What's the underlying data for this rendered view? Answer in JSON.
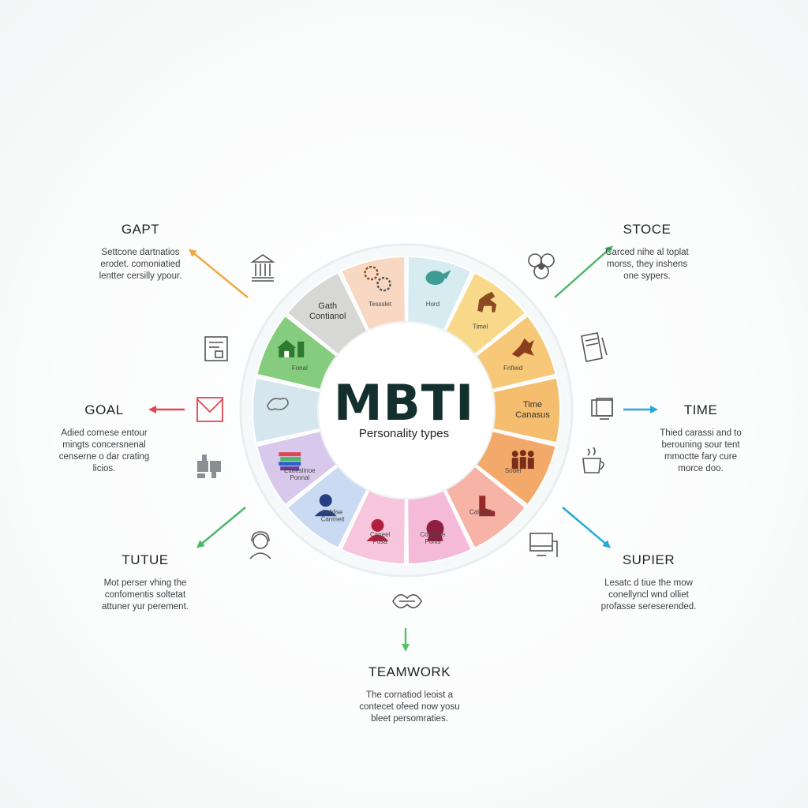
{
  "center": {
    "title": "MBTI",
    "subtitle": "Personality types"
  },
  "segments": [
    {
      "label": "Hord",
      "color": "#d6ecf1",
      "icon": "bird-icon",
      "iconColor": "#3f9c94"
    },
    {
      "label": "Timel",
      "color": "#f8d98a",
      "icon": "horse-icon",
      "iconColor": "#8b4a22"
    },
    {
      "label": "Fnfieid",
      "color": "#f6c878",
      "icon": "dragon-icon",
      "iconColor": "#8a3e1e"
    },
    {
      "label": "Time Canasus",
      "color": "#f5bd6e",
      "icon": "none",
      "iconColor": "#6a4a20"
    },
    {
      "label": "Sodel",
      "color": "#f3a96a",
      "icon": "people-icon",
      "iconColor": "#7a2e18"
    },
    {
      "label": "Calenid",
      "color": "#f6b3a6",
      "icon": "boot-icon",
      "iconColor": "#9a2a2a"
    },
    {
      "label": "Cobeinte Ponis",
      "color": "#f5bad8",
      "icon": "lion-icon",
      "iconColor": "#8e1f3e"
    },
    {
      "label": "Caneel Pusa",
      "color": "#f7c6dc",
      "icon": "person-icon",
      "iconColor": "#b0203e"
    },
    {
      "label": "Ireblise Canmeit",
      "color": "#c9daf2",
      "icon": "person-icon",
      "iconColor": "#2a3e86"
    },
    {
      "label": "Etteeslinoe Ponnal",
      "color": "#d8c9ec",
      "icon": "books-icon",
      "iconColor": "#6b3da0"
    },
    {
      "label": "",
      "color": "#d6e6ee",
      "icon": "animal-icon",
      "iconColor": "#6b6b6b"
    },
    {
      "label": "Fonal",
      "color": "#86cc7e",
      "icon": "house-icon",
      "iconColor": "#2b7a2e"
    },
    {
      "label": "Gath Contianol",
      "color": "#d7d7d5",
      "icon": "none",
      "iconColor": "#444"
    },
    {
      "label": "Tessslet",
      "color": "#f8d8c2",
      "icon": "gears-icon",
      "iconColor": "#8a4e1c"
    }
  ],
  "labels": [
    {
      "title": "GAPT",
      "desc": [
        "Settcone dartnatios",
        "erodet. comoniatied",
        "lentter cersilly ypour."
      ]
    },
    {
      "title": "STOCE",
      "desc": [
        "Carced nihe al toplat",
        "morss, they inshens",
        "one sypers."
      ]
    },
    {
      "title": "GOAL",
      "desc": [
        "Adied cornese entour",
        "mingts concersnenal",
        "censerne o dar crating",
        "licios."
      ]
    },
    {
      "title": "TIME",
      "desc": [
        "Thied carassi and to",
        "berouning sour tent",
        "mmoctte fary cure",
        "morce doo."
      ]
    },
    {
      "title": "TUTUE",
      "desc": [
        "Mot perser vhing the",
        "confomentis soltetat",
        "attuner yur perement."
      ]
    },
    {
      "title": "SUPIER",
      "desc": [
        "Lesatc d tiue the mow",
        "conellyncl wnd olliet",
        "profasse sereserended."
      ]
    },
    {
      "title": "TEAMWORK",
      "desc": [
        "The cornatiod leoist a",
        "contecet ofeed now yosu",
        "bleet persomraties."
      ]
    }
  ],
  "colors": {
    "orange_arrow": "#f0a845",
    "green_arrow_top": "#4cb86a",
    "red_arrow": "#e04752",
    "blue_arrow": "#27a9d6",
    "green_arrow_bottom": "#5cc06a",
    "ring_border": "#e9eeef"
  }
}
